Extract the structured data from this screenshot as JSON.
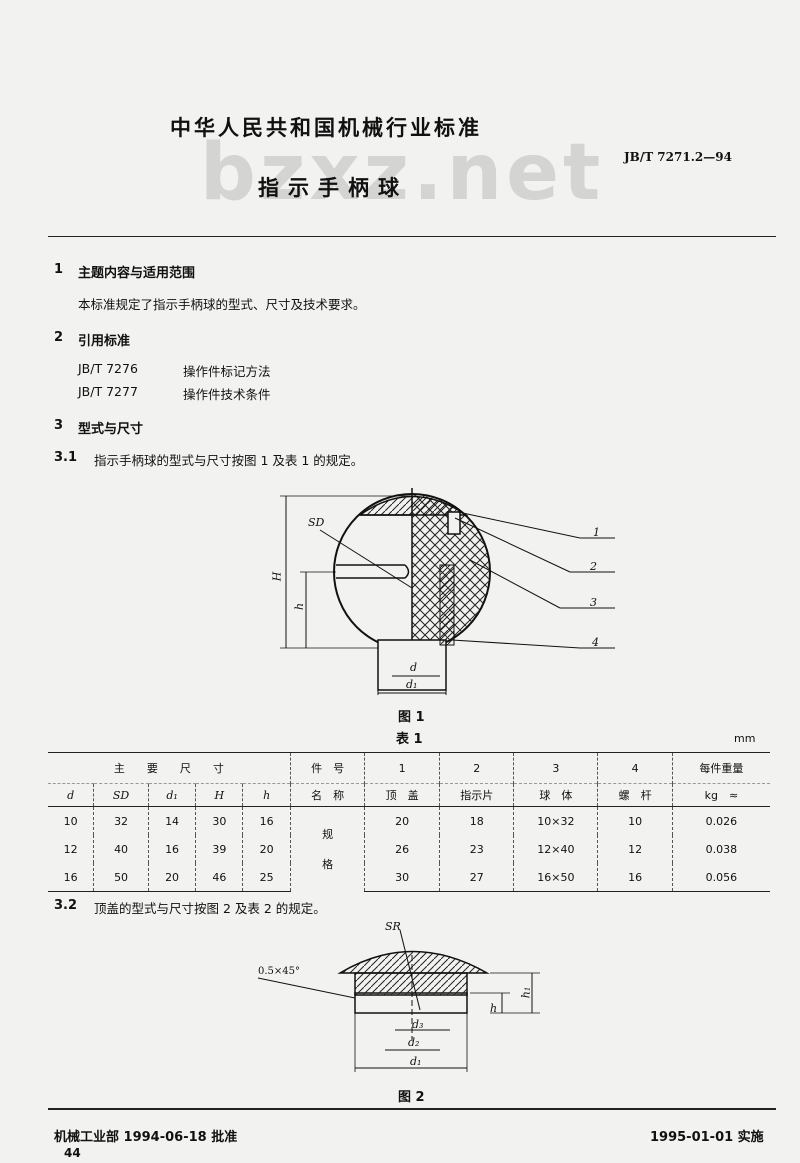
{
  "header": {
    "org": "中华人民共和国机械行业标准",
    "code": "JB/T 7271.2—94",
    "title": "指示手柄球",
    "watermark": "bzxz.net"
  },
  "sections": {
    "s1_num": "1",
    "s1_title": "主题内容与适用范围",
    "s1_text": "本标准规定了指示手柄球的型式、尺寸及技术要求。",
    "s2_num": "2",
    "s2_title": "引用标准",
    "ref1_code": "JB/T 7276",
    "ref1_name": "操作件标记方法",
    "ref2_code": "JB/T 7277",
    "ref2_name": "操作件技术条件",
    "s3_num": "3",
    "s3_title": "型式与尺寸",
    "s31_num": "3.1",
    "s31_text": "指示手柄球的型式与尺寸按图 1 及表 1 的规定。",
    "s32_num": "3.2",
    "s32_text": "顶盖的型式与尺寸按图 2 及表 2 的规定。"
  },
  "figure1": {
    "caption": "图 1",
    "labels": {
      "sd": "SD",
      "H": "H",
      "h": "h",
      "d": "d",
      "d1": "d₁",
      "c1": "1",
      "c2": "2",
      "c3": "3",
      "c4": "4"
    }
  },
  "table1": {
    "caption": "表 1",
    "unit": "mm",
    "group_main": "主　　要　　尺　　寸",
    "part_no": "件　号",
    "col_nums": [
      "1",
      "2",
      "3",
      "4"
    ],
    "weight": "每件重量",
    "sub_heads": [
      "d",
      "SD",
      "d₁",
      "H",
      "h"
    ],
    "name_label": "名　称",
    "part_names": [
      "顶　盖",
      "指示片",
      "球　体",
      "螺　杆"
    ],
    "weight_unit": "kg　≈",
    "spec_label_1": "规",
    "spec_label_2": "格",
    "rows": [
      {
        "d": "10",
        "SD": "32",
        "d1": "14",
        "H": "30",
        "h": "16",
        "p1": "20",
        "p2": "18",
        "p3": "10×32",
        "p4": "10",
        "w": "0.026"
      },
      {
        "d": "12",
        "SD": "40",
        "d1": "16",
        "H": "39",
        "h": "20",
        "p1": "26",
        "p2": "23",
        "p3": "12×40",
        "p4": "12",
        "w": "0.038"
      },
      {
        "d": "16",
        "SD": "50",
        "d1": "20",
        "H": "46",
        "h": "25",
        "p1": "30",
        "p2": "27",
        "p3": "16×50",
        "p4": "16",
        "w": "0.056"
      }
    ]
  },
  "figure2": {
    "caption": "图 2",
    "labels": {
      "sr": "SR",
      "chamfer": "0.5×45°",
      "h": "h",
      "h1": "h₁",
      "d3": "d₃",
      "d2": "d₂",
      "d1": "d₁"
    }
  },
  "footer": {
    "approved": "机械工业部 1994-06-18 批准",
    "implement": "1995-01-01 实施",
    "page": "44"
  }
}
